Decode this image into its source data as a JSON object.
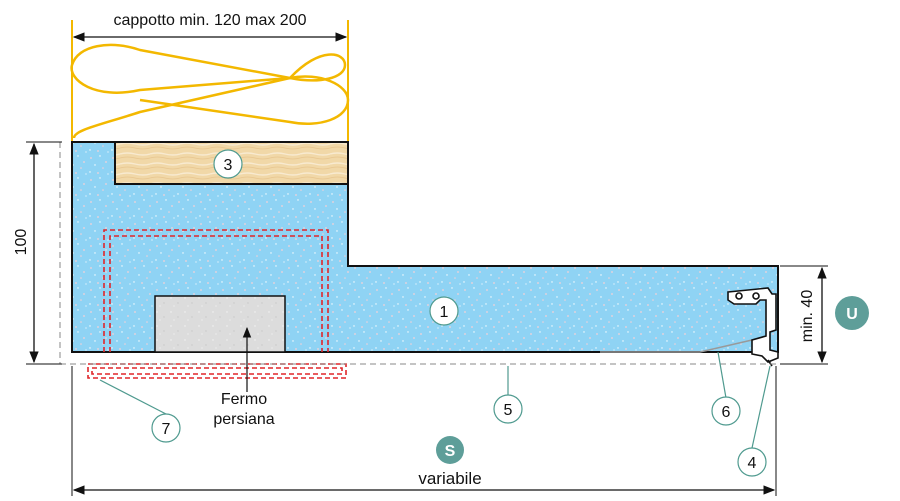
{
  "labels": {
    "cappotto": "cappotto min. 120 max 200",
    "height_total": "100",
    "height_min": "min. 40",
    "variabile": "variabile",
    "fermo_line1": "Fermo",
    "fermo_line2": "persiana"
  },
  "callouts": {
    "c1": "1",
    "c3": "3",
    "c4": "4",
    "c5": "5",
    "c6": "6",
    "c7": "7"
  },
  "badges": {
    "u": "U",
    "s": "S"
  },
  "colors": {
    "concrete": "#8fd3f4",
    "insulation": "#f3b800",
    "wood": "#f1d8a8",
    "grey_block": "#dddddd",
    "red_dash": "#e0262a",
    "badge": "#5e9e99",
    "callout_stroke": "#4f9a8f"
  }
}
